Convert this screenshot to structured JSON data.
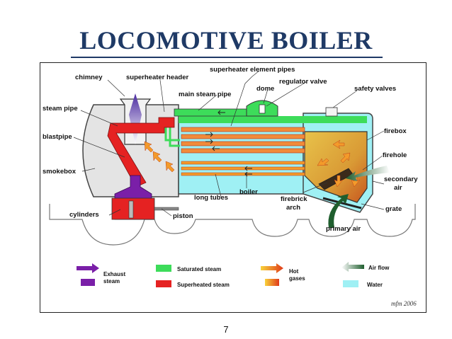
{
  "title": "LOCOMOTIVE BOILER",
  "page_number": "7",
  "signature": "mfm 2006",
  "labels": {
    "chimney": "chimney",
    "superheater_header": "superheater header",
    "superheater_element_pipes": "superheater element pipes",
    "regulator_valve": "regulator valve",
    "dome": "dome",
    "safety_valves": "safety valves",
    "main_steam_pipe": "main steam pipe",
    "steam_pipe": "steam pipe",
    "blastpipe": "blastpipe",
    "smokebox": "smokebox",
    "firebox": "firebox",
    "firehole": "firehole",
    "secondary_air_line1": "secondary",
    "secondary_air_line2": "air",
    "long_tubes": "long tubes",
    "boiler": "boiler",
    "firebrick_line1": "firebrick",
    "firebrick_line2": "arch",
    "grate": "grate",
    "cylinders": "cylinders",
    "piston": "piston",
    "primary_air": "primary air"
  },
  "legend": {
    "exhaust_line1": "Exhaust",
    "exhaust_line2": "steam",
    "saturated": "Saturated steam",
    "superheated": "Superheated steam",
    "hot_line1": "Hot",
    "hot_line2": "gases",
    "air_flow": "Air flow",
    "water": "Water"
  },
  "colors": {
    "saturated_steam": "#3ddc5a",
    "superheated_steam": "#e52222",
    "exhaust_steam": "#7a1fa8",
    "water": "#9ff0f4",
    "hot_gases": "#f39a2a",
    "air_flow": "#1f5e2e",
    "firebox": "#e0b43a",
    "title": "#1f3a66"
  }
}
